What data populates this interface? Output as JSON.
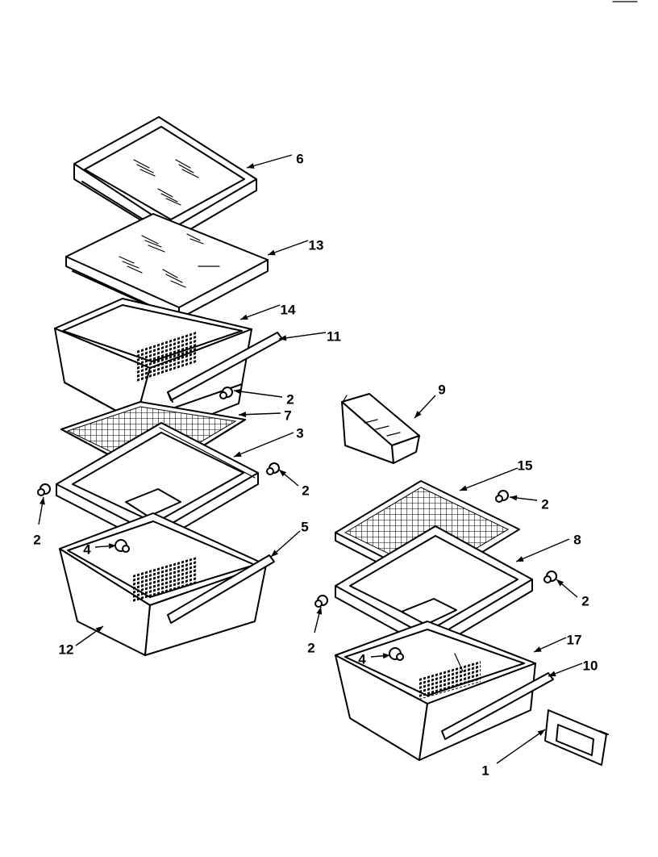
{
  "callouts": [
    {
      "label": "6"
    },
    {
      "label": "13"
    },
    {
      "label": "14"
    },
    {
      "label": "11"
    },
    {
      "label": "2"
    },
    {
      "label": "7"
    },
    {
      "label": "3"
    },
    {
      "label": "2"
    },
    {
      "label": "2"
    },
    {
      "label": "4"
    },
    {
      "label": "5"
    },
    {
      "label": "12"
    },
    {
      "label": "9"
    },
    {
      "label": "15"
    },
    {
      "label": "2"
    },
    {
      "label": "8"
    },
    {
      "label": "2"
    },
    {
      "label": "2"
    },
    {
      "label": "4"
    },
    {
      "label": "17"
    },
    {
      "label": "10"
    },
    {
      "label": "1"
    }
  ]
}
